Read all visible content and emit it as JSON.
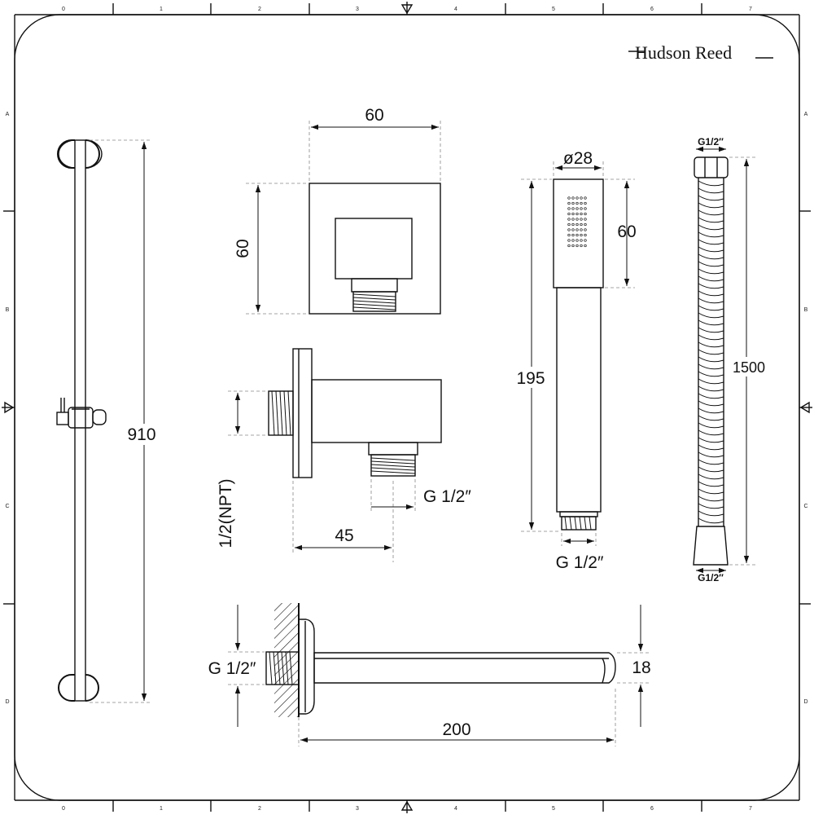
{
  "brand": {
    "name": "Hudson Reed"
  },
  "border": {
    "columns": [
      "0",
      "1",
      "2",
      "3",
      "4",
      "5",
      "6",
      "7"
    ],
    "rows": [
      "A",
      "B",
      "C",
      "D"
    ]
  },
  "riser_rail": {
    "length": "910"
  },
  "wall_outlet": {
    "front_width": "60",
    "front_height": "60",
    "inlet_thread": "1/2(NPT)",
    "depth": "45",
    "outlet_thread": "G 1/2″"
  },
  "handset": {
    "diameter": "ø28",
    "head_length": "60",
    "total_length": "195",
    "thread": "G 1/2″"
  },
  "hose": {
    "top_fitting": "G1/2″",
    "length": "1500",
    "bottom_fitting": "G1/2″"
  },
  "spout": {
    "thread": "G 1/2″",
    "height": "18",
    "length": "200"
  }
}
